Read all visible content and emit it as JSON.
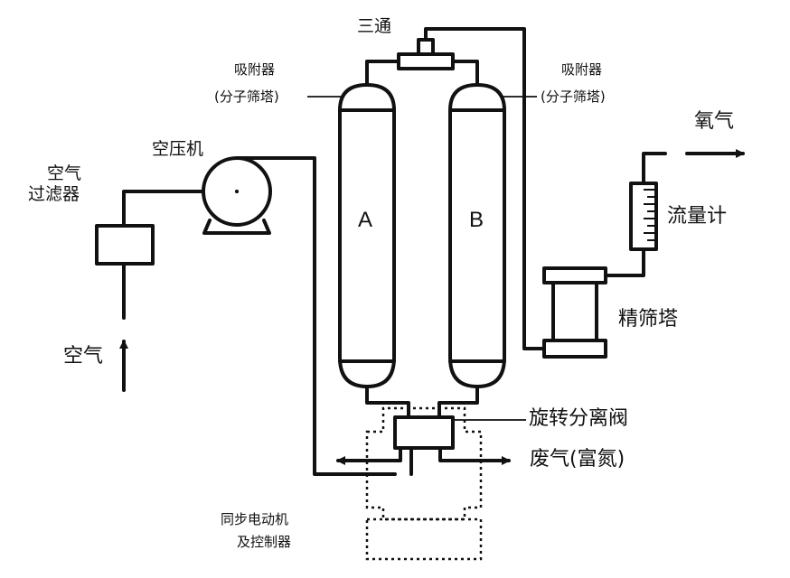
{
  "labels": {
    "tee": "三通",
    "adsorber_left_line1": "吸附器",
    "adsorber_left_line2": "(分子筛塔)",
    "adsorber_right_line1": "吸附器",
    "adsorber_right_line2": "(分子筛塔)",
    "oxygen": "氧气",
    "compressor": "空压机",
    "air_filter_line1": "空气",
    "air_filter_line2": "过滤器",
    "tower_a": "A",
    "tower_b": "B",
    "flowmeter": "流量计",
    "fine_sieve_tower": "精筛塔",
    "air_in": "空气",
    "rotary_valve": "旋转分离阀",
    "waste_gas": "废气(富氮)",
    "motor_controller_line1": "同步电动机",
    "motor_controller_line2": "及控制器"
  }
}
